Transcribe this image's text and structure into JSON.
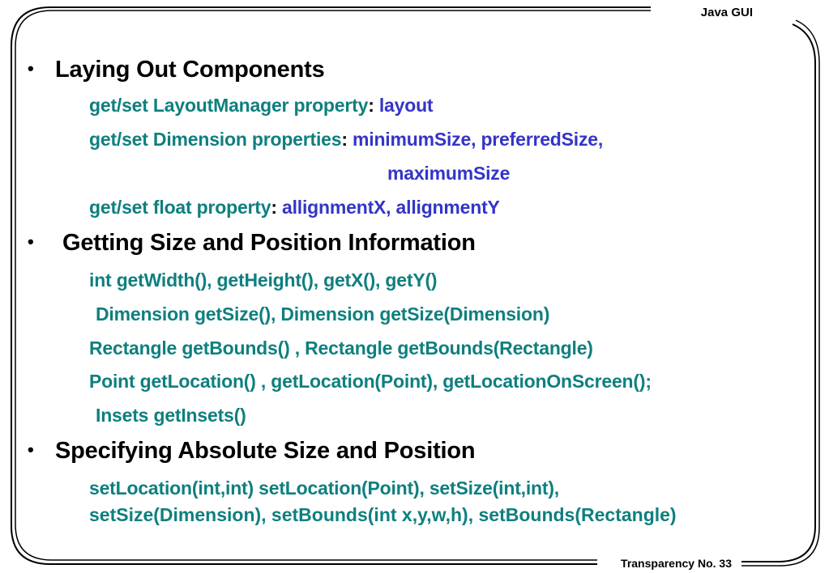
{
  "header": {
    "title": "Java GUI"
  },
  "footer": {
    "label": "Transparency No. 33"
  },
  "sections": [
    {
      "heading": "Laying Out Components",
      "items": [
        {
          "a": "get/set LayoutManager property",
          "sep": ":",
          "b": " layout"
        },
        {
          "a": "get/set Dimension properties",
          "sep": ":",
          "b": " minimumSize, preferredSize,"
        },
        {
          "b": "maximumSize"
        },
        {
          "a": "get/set float property",
          "sep": ":",
          "b": " allignmentX, allignmentY"
        }
      ]
    },
    {
      "heading": "Getting Size and Position Information",
      "items": [
        {
          "a": "int getWidth(), getHeight(), getX(), getY()"
        },
        {
          "a": "Dimension getSize(),  Dimension getSize(Dimension)"
        },
        {
          "a": "Rectangle getBounds() ,  Rectangle getBounds(Rectangle)"
        },
        {
          "a": "Point getLocation() , getLocation(Point), getLocationOnScreen();"
        },
        {
          "a": "Insets getInsets()"
        }
      ]
    },
    {
      "heading": "Specifying Absolute Size and Position",
      "items": [
        {
          "a": "setLocation(int,int) setLocation(Point), setSize(int,int),",
          "cont": "setSize(Dimension), setBounds(int x,y,w,h), setBounds(Rectangle)"
        }
      ]
    }
  ],
  "glyphs": {
    "bullet": "•",
    "sub_bullet": ""
  }
}
